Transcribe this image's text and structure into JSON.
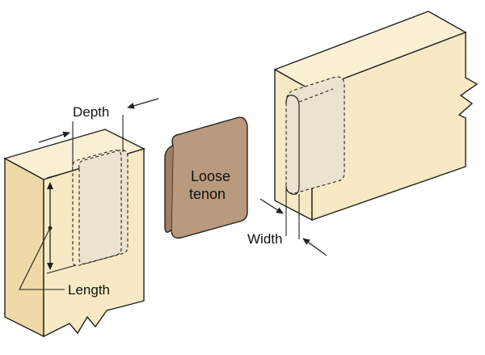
{
  "labels": {
    "depth": "Depth",
    "loose_tenon_line1": "Loose",
    "loose_tenon_line2": "tenon",
    "width": "Width",
    "length": "Length"
  },
  "colors": {
    "wood_face": "#f7e9c4",
    "wood_side": "#efd9a6",
    "wood_top": "#fbf0d4",
    "mortise_fill": "#ece3cf",
    "tenon_fill": "#b99a7d",
    "stroke": "#222222"
  }
}
